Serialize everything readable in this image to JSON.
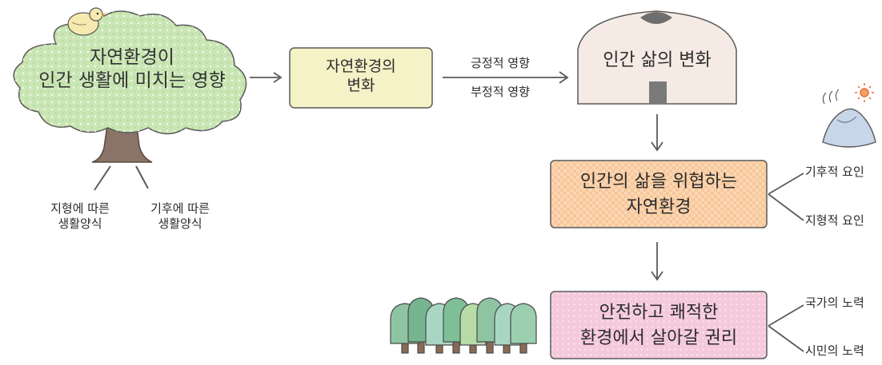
{
  "tree": {
    "line1": "자연환경이",
    "line2": "인간 생활에 미치는 영향",
    "root_left_line1": "지형에 따른",
    "root_left_line2": "생활양식",
    "root_right_line1": "기후에 따른",
    "root_right_line2": "생활양식"
  },
  "change_box": {
    "line1": "자연환경의",
    "line2": "변화"
  },
  "effects": {
    "positive": "긍정적 영향",
    "negative": "부정적 영향"
  },
  "house": {
    "label": "인간 삶의 변화"
  },
  "threat_box": {
    "line1": "인간의 삶을 위협하는",
    "line2": "자연환경",
    "factor_climate": "기후적 요인",
    "factor_terrain": "지형적 요인"
  },
  "rights_box": {
    "line1": "안전하고 쾌적한",
    "line2": "환경에서 살아갈 권리",
    "effort_state": "국가의 노력",
    "effort_citizen": "시민의 노력"
  },
  "colors": {
    "tree_green": "#c9e6b4",
    "trunk": "#8a7468",
    "change_box_fill": "#f4f2c6",
    "house_fill": "#f6ebe4",
    "threat_box_fill": "#fbd7b2",
    "rights_box_fill": "#f5c9dc",
    "stroke": "#5a5a5a"
  }
}
